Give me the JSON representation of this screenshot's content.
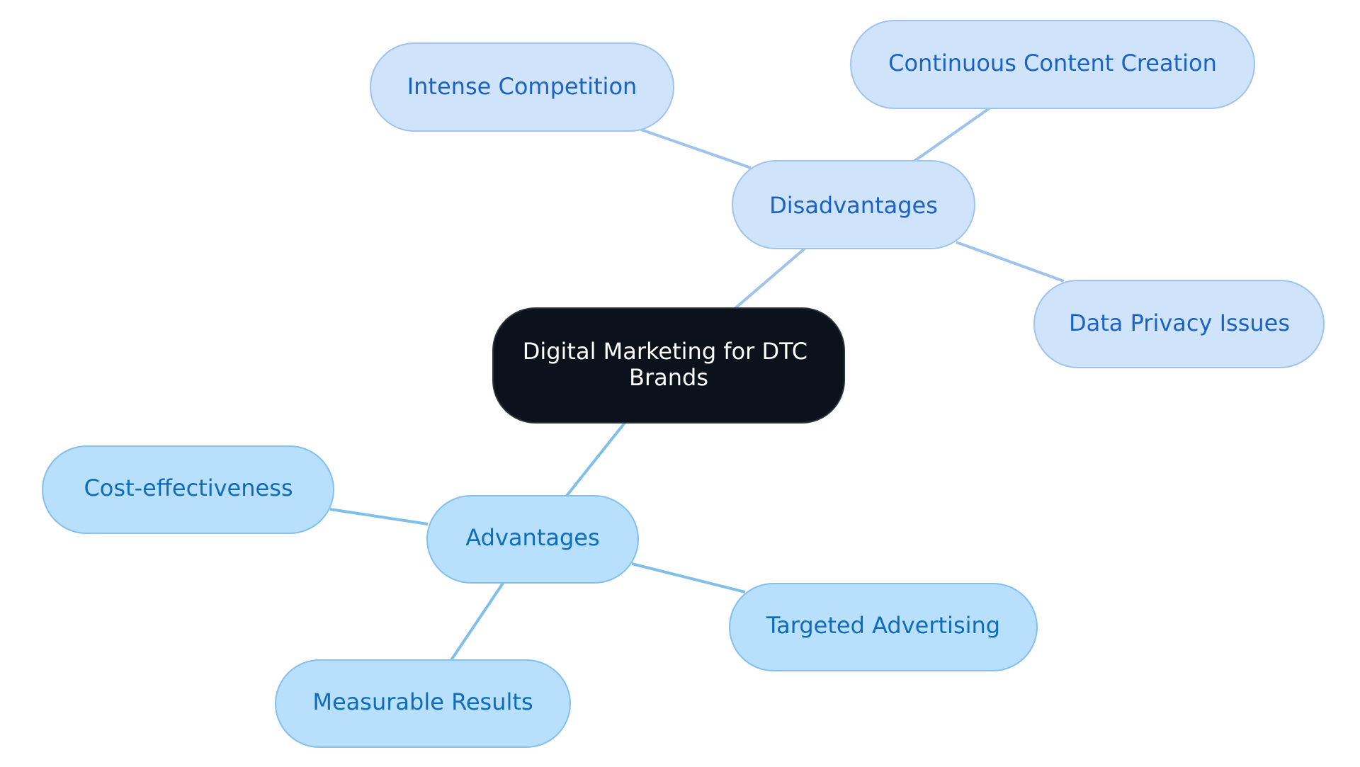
{
  "root": {
    "lines": [
      "Digital Marketing for DTC",
      "Brands"
    ]
  },
  "branches": [
    {
      "label": "Disadvantages",
      "children": [
        "Intense Competition",
        "Continuous Content Creation",
        "Data Privacy Issues"
      ]
    },
    {
      "label": "Advantages",
      "children": [
        "Cost-effectiveness",
        "Targeted Advertising",
        "Measurable Results"
      ]
    }
  ],
  "colors": {
    "root_fill": "#0b121b",
    "root_stroke": "#2b333d",
    "root_text": "#ffffff",
    "disadvantages_fill": "#cfe3fb",
    "disadvantages_stroke": "#9fc3ec",
    "disadvantages_text": "#1a62c4",
    "disadvantages_edge": "#9fc3ec",
    "advantages_fill": "#b8dffb",
    "advantages_stroke": "#82c0ee",
    "advantages_text": "#0f6cb8",
    "advantages_edge": "#7fbfec"
  }
}
